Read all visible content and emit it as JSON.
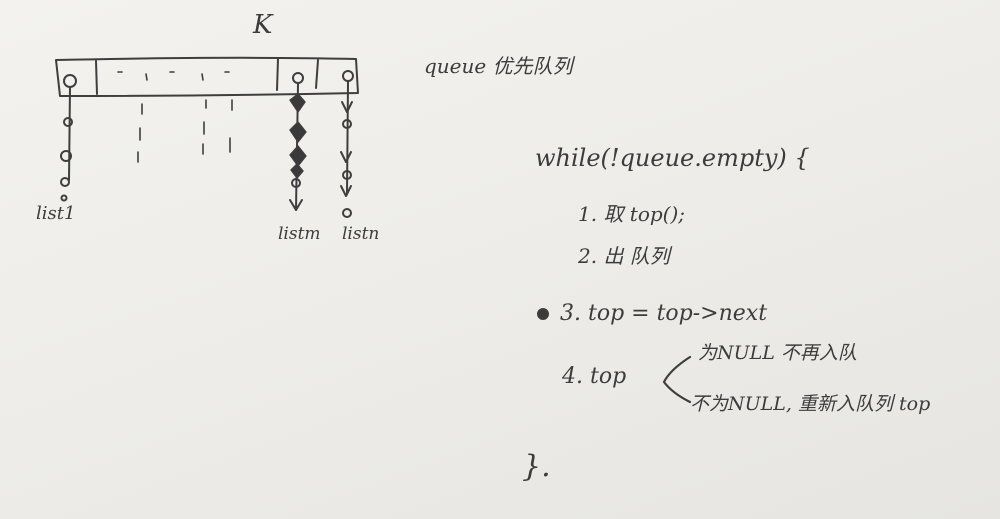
{
  "diagram": {
    "top_label": "K",
    "queue_label": "queue 优先队列",
    "list_labels": {
      "first": "list1",
      "m": "listm",
      "n": "listn"
    }
  },
  "code": {
    "while_line": "while(!queue.empty) {",
    "steps": [
      "1. 取 top();",
      "2. 出 队列",
      "3. top = top->next",
      "4. top"
    ],
    "branches": [
      "为NULL 不再入队",
      "不为NULL, 重新入队列 top"
    ],
    "close": "}."
  },
  "colors": {
    "ink": "#3c3c3c",
    "paper": "#efeeea"
  }
}
